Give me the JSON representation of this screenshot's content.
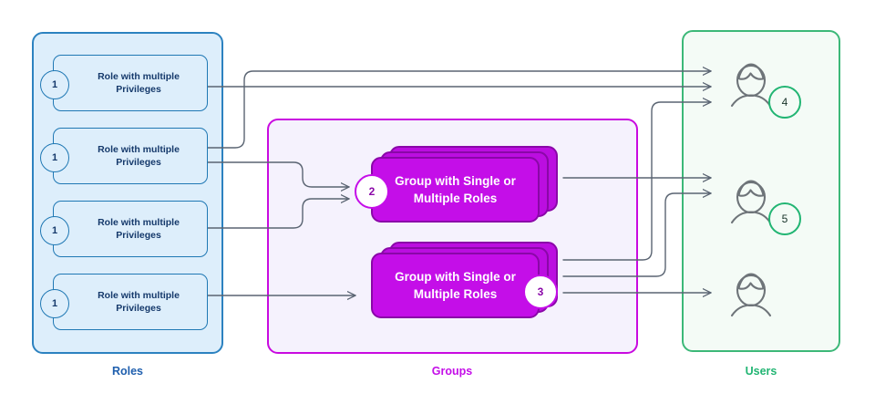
{
  "diagram": {
    "title": "Roles Groups Users relationship diagram",
    "colors": {
      "roles_accent": "#1f78b4",
      "roles_fill": "#ddeefb",
      "roles_text": "#15396b",
      "groups_accent": "#c40ee8",
      "groups_fill": "#f5f2fd",
      "groups_card": "#c40ee8",
      "users_accent": "#22b573",
      "users_fill": "#f4fbf6",
      "connector": "#5a6472"
    }
  },
  "roles": {
    "panel_label": "Roles",
    "items": [
      {
        "badge": "1",
        "text": "Role with multiple Privileges"
      },
      {
        "badge": "1",
        "text": "Role with multiple Privileges"
      },
      {
        "badge": "1",
        "text": "Role with multiple Privileges"
      },
      {
        "badge": "1",
        "text": "Role with multiple Privileges"
      }
    ]
  },
  "groups": {
    "panel_label": "Groups",
    "items": [
      {
        "badge": "2",
        "text": "Group with Single or Multiple Roles"
      },
      {
        "badge": "3",
        "text": "Group with Single or Multiple Roles"
      }
    ]
  },
  "users": {
    "panel_label": "Users",
    "items": [
      {
        "badge": "4",
        "icon": "user-icon"
      },
      {
        "badge": "5",
        "icon": "user-icon"
      },
      {
        "badge": "",
        "icon": "user-icon"
      }
    ]
  }
}
